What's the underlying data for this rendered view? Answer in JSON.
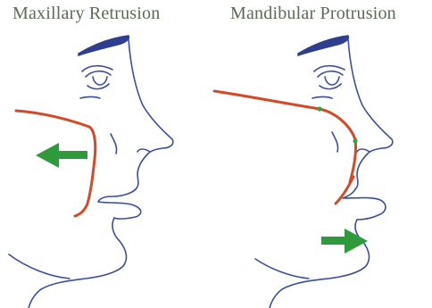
{
  "panels": [
    {
      "title": "Maxillary Retrusion",
      "arrow_direction": "left"
    },
    {
      "title": "Mandibular Protrusion",
      "arrow_direction": "right"
    }
  ],
  "colors": {
    "title": "#5c6a55",
    "profile_line": "#3a4f9a",
    "brow": "#2f3f8f",
    "outline": "#d24a28",
    "arrow": "#2e9a3c",
    "dot": "#33a34a"
  }
}
